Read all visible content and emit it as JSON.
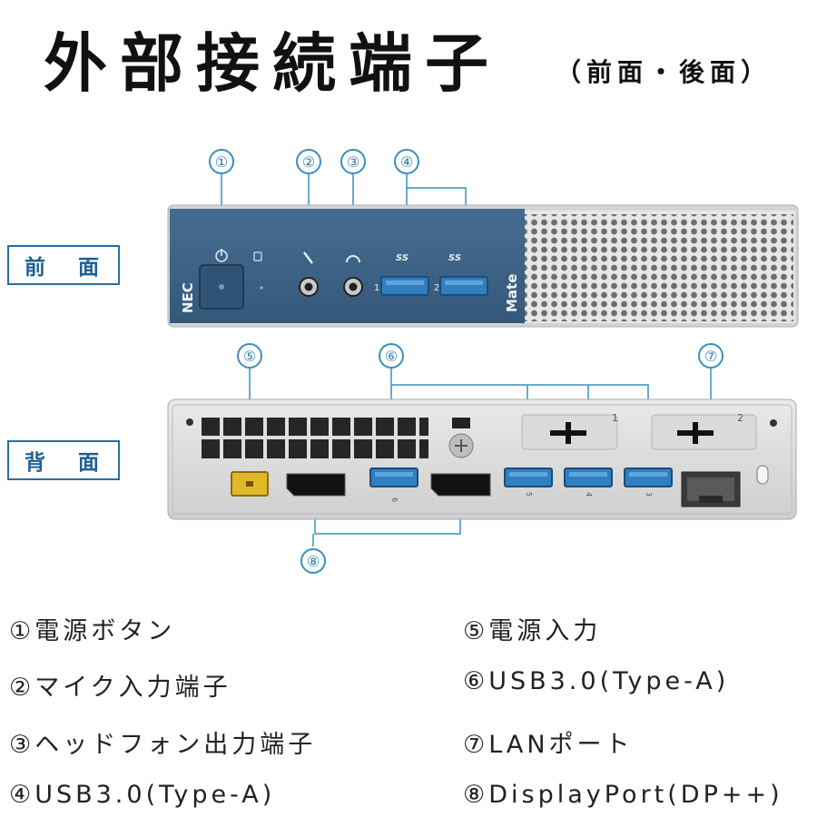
{
  "header": {
    "title": "外部接続端子",
    "subtitle": "（前面・後面）"
  },
  "sections": {
    "front_label": "前 面",
    "rear_label": "背 面"
  },
  "device": {
    "brand": "NEC",
    "model": "Mate",
    "front_port_numbers": [
      "1",
      "2"
    ],
    "rear_slot_numbers": [
      "1",
      "2"
    ],
    "usb_ss_mark": "SS",
    "rear_usb_numbers": [
      "6",
      "5",
      "4",
      "3"
    ]
  },
  "markers": {
    "m1": "①",
    "m2": "②",
    "m3": "③",
    "m4": "④",
    "m5": "⑤",
    "m6": "⑥",
    "m7": "⑦",
    "m8": "⑧"
  },
  "legend": [
    {
      "text": "①電源ボタン"
    },
    {
      "text": "⑤電源入力"
    },
    {
      "text": "②マイク入力端子"
    },
    {
      "text": "⑥USB3.0(Type-A)"
    },
    {
      "text": "③ヘッドフォン出力端子"
    },
    {
      "text": "⑦LANポート"
    },
    {
      "text": "④USB3.0(Type-A)"
    },
    {
      "text": "⑧DisplayPort(DP++)"
    }
  ],
  "colors": {
    "accent": "#2a7fb2",
    "front_panel": "#3a6184",
    "usb_blue": "#2f7fc1",
    "power_yellow": "#e0b928",
    "chassis": "#dcdcdc"
  }
}
